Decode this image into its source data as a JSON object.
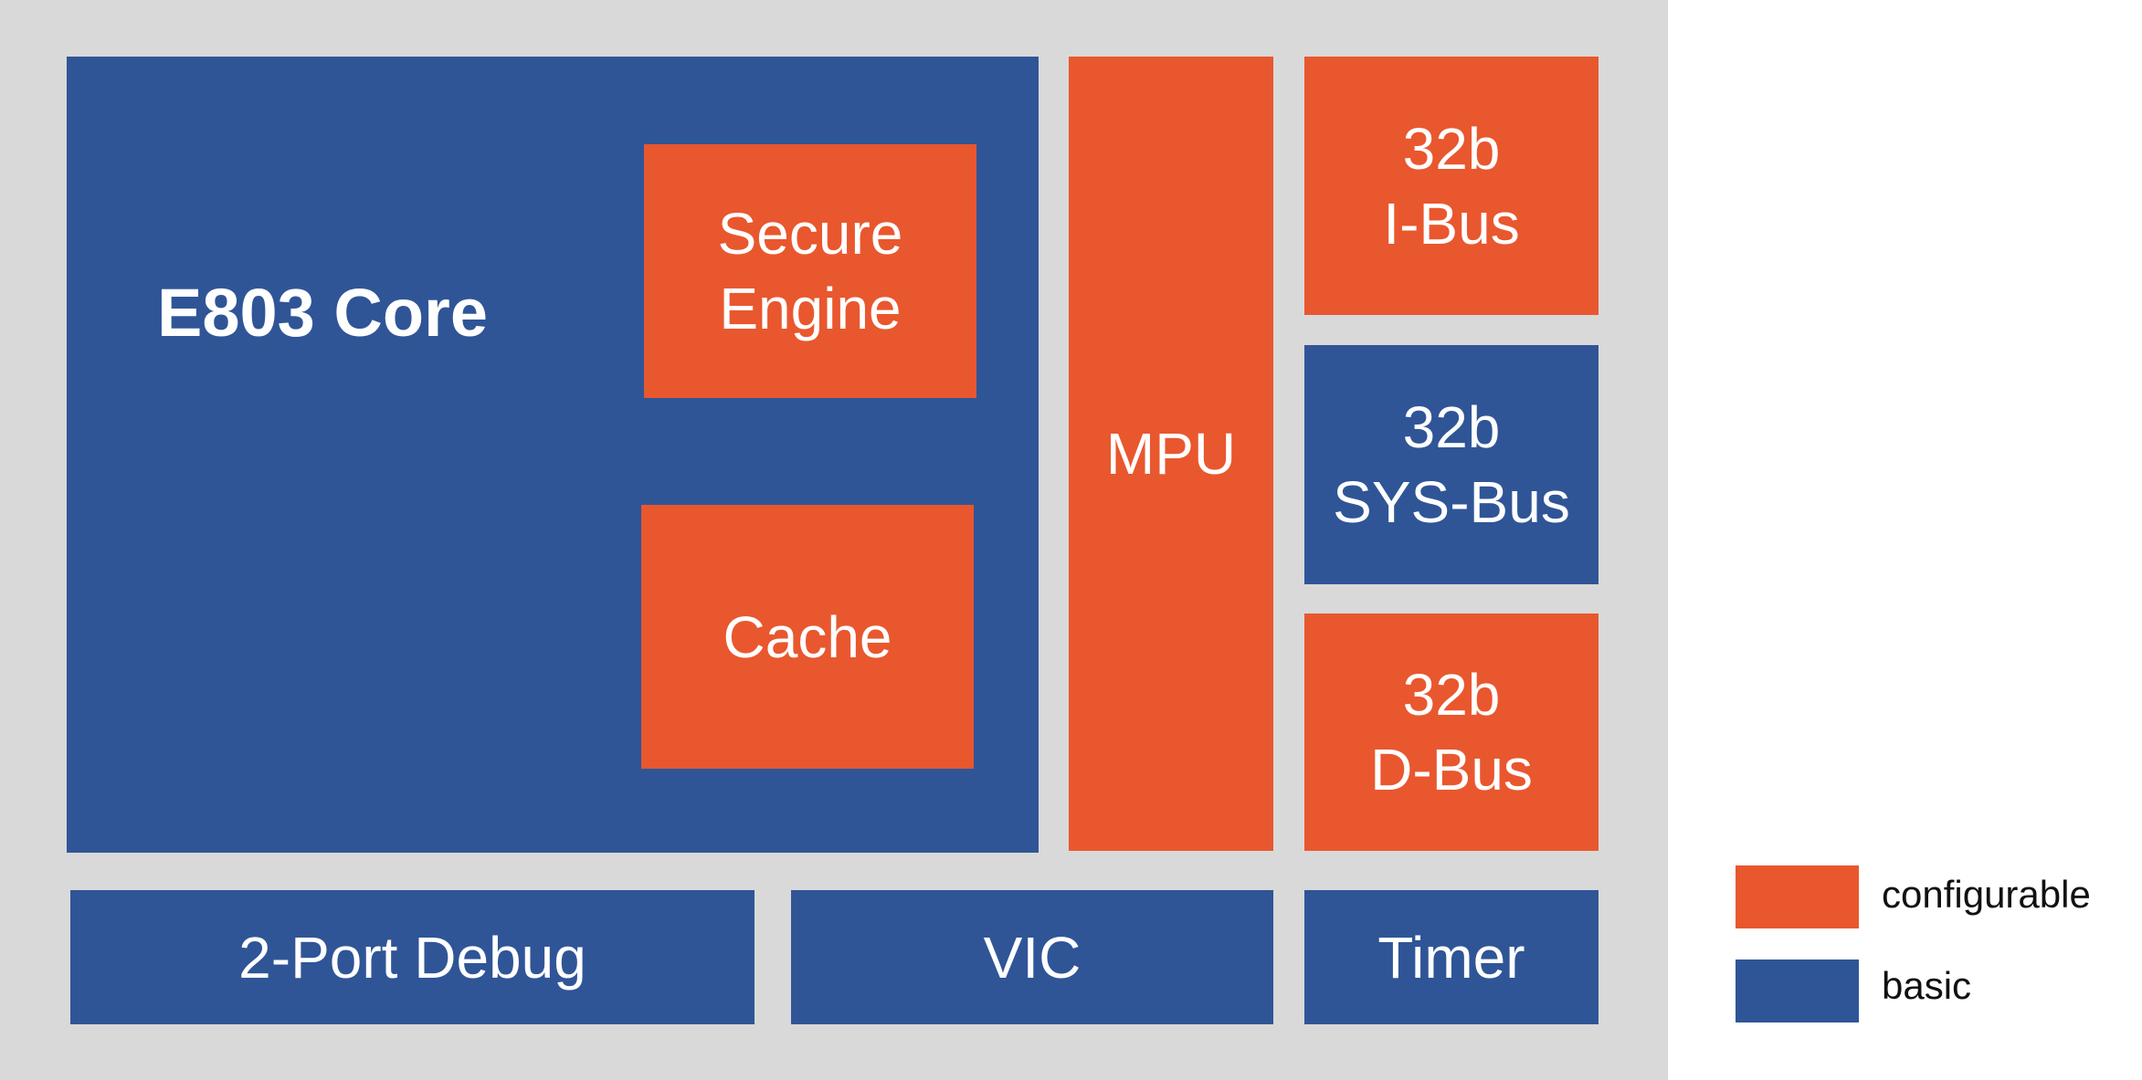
{
  "colors": {
    "configurable": "#e9572e",
    "basic": "#2f5597",
    "background_panel": "#d9d9d9"
  },
  "blocks": {
    "core": {
      "label": "E803 Core",
      "type": "basic"
    },
    "secure_engine": {
      "lines": [
        "Secure",
        "Engine"
      ],
      "type": "configurable"
    },
    "cache": {
      "lines": [
        "Cache"
      ],
      "type": "configurable"
    },
    "mpu": {
      "lines": [
        "MPU"
      ],
      "type": "configurable"
    },
    "i_bus": {
      "lines": [
        "32b",
        "I-Bus"
      ],
      "type": "configurable"
    },
    "sys_bus": {
      "lines": [
        "32b",
        "SYS-Bus"
      ],
      "type": "basic"
    },
    "d_bus": {
      "lines": [
        "32b",
        "D-Bus"
      ],
      "type": "configurable"
    },
    "debug": {
      "lines": [
        "2-Port Debug"
      ],
      "type": "basic"
    },
    "vic": {
      "lines": [
        "VIC"
      ],
      "type": "basic"
    },
    "timer": {
      "lines": [
        "Timer"
      ],
      "type": "basic"
    }
  },
  "legend": [
    {
      "label": "configurable",
      "type": "configurable"
    },
    {
      "label": "basic",
      "type": "basic"
    }
  ]
}
